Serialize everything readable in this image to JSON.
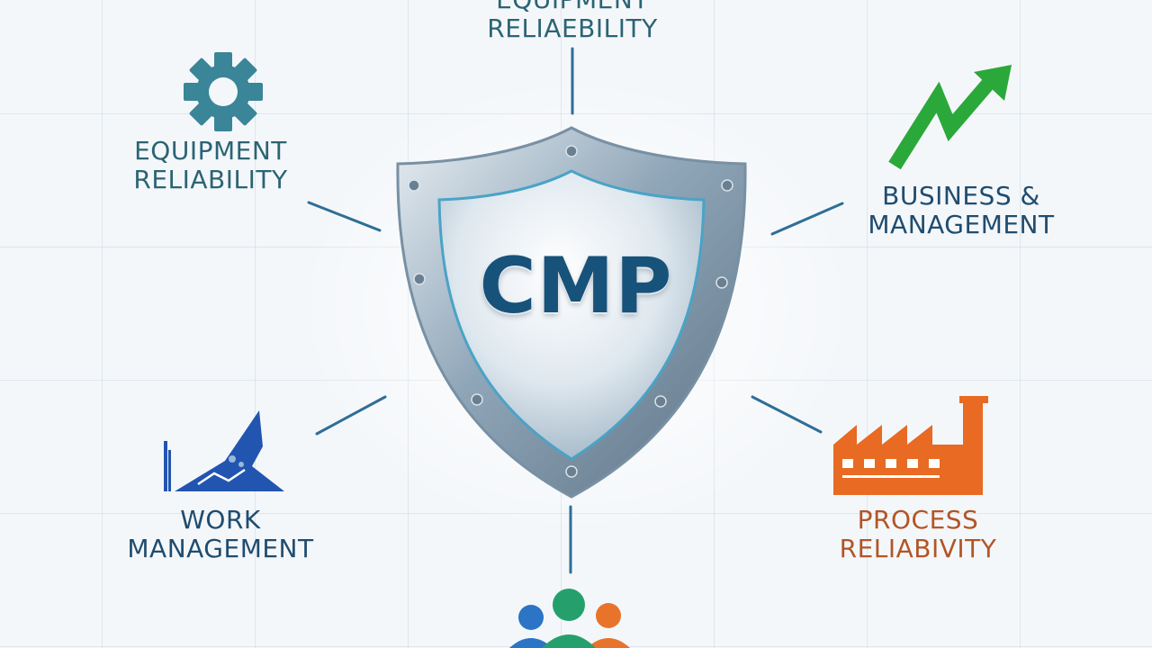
{
  "center": {
    "title": "CMP"
  },
  "nodes": {
    "top": {
      "line1": "EQUIPMENT",
      "line2": "RELIAEBILITY"
    },
    "top_left": {
      "line1": "EQUIPMENT",
      "line2": "RELIABILITY"
    },
    "top_right": {
      "line1": "BUSINESS &",
      "line2": "MANAGEMENT"
    },
    "bottom_left": {
      "line1": "WORK",
      "line2": "MANAGEMENT"
    },
    "bottom_right": {
      "line1": "PROCESS",
      "line2": "RELIABIVITY"
    }
  },
  "icons": {
    "top_left": "gear-icon",
    "top_right": "growth-arrow-icon",
    "bottom_left": "mountain-icon",
    "bottom_right": "factory-icon",
    "bottom": "people-icon",
    "center": "shield-icon"
  },
  "colors": {
    "teal_text": "#2b6474",
    "navy_text": "#1f4c6f",
    "green_text": "#266c5e",
    "orange_text": "#b25526",
    "connector": "#2f6e96",
    "gear": "#3a8598",
    "arrow": "#2ba83a",
    "mountain": "#2255b0",
    "factory": "#e86a23",
    "cmp_text": "#17527a"
  }
}
